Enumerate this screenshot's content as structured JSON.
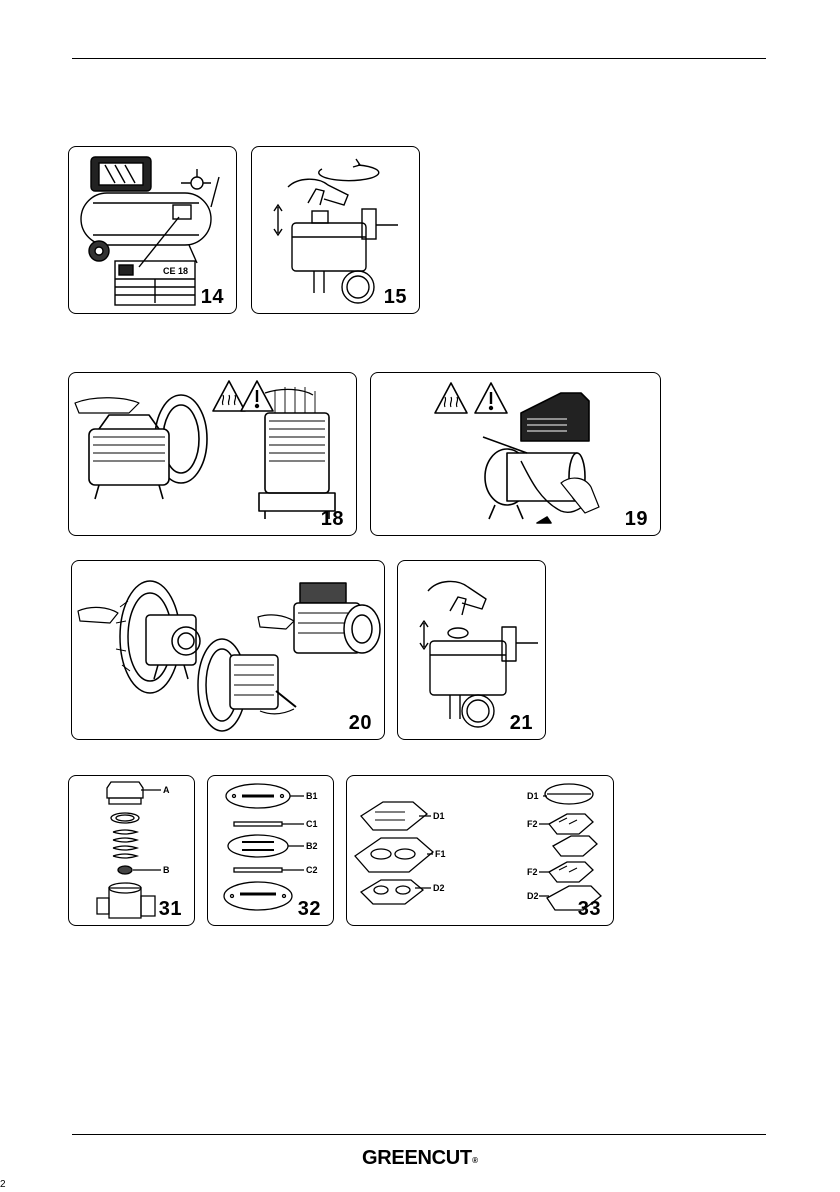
{
  "page_number": "2",
  "footer": {
    "brand": "GREENCUT",
    "registered": "®"
  },
  "figures": {
    "f14": {
      "number": "14",
      "plate_text": "CE 18"
    },
    "f15": {
      "number": "15"
    },
    "f18": {
      "number": "18"
    },
    "f19": {
      "number": "19"
    },
    "f20": {
      "number": "20"
    },
    "f21": {
      "number": "21"
    },
    "f31": {
      "number": "31",
      "labels": [
        "A",
        "B"
      ]
    },
    "f32": {
      "number": "32",
      "labels": [
        "B1",
        "C1",
        "B2",
        "C2"
      ]
    },
    "f33": {
      "number": "33",
      "labels": [
        "D1",
        "F1",
        "D2",
        "D1",
        "F2",
        "F2",
        "D2"
      ]
    }
  },
  "icons": [
    "hot-surface-warning-icon",
    "general-warning-icon",
    "up-down-arrow-icon",
    "rotate-arrow-icon"
  ]
}
